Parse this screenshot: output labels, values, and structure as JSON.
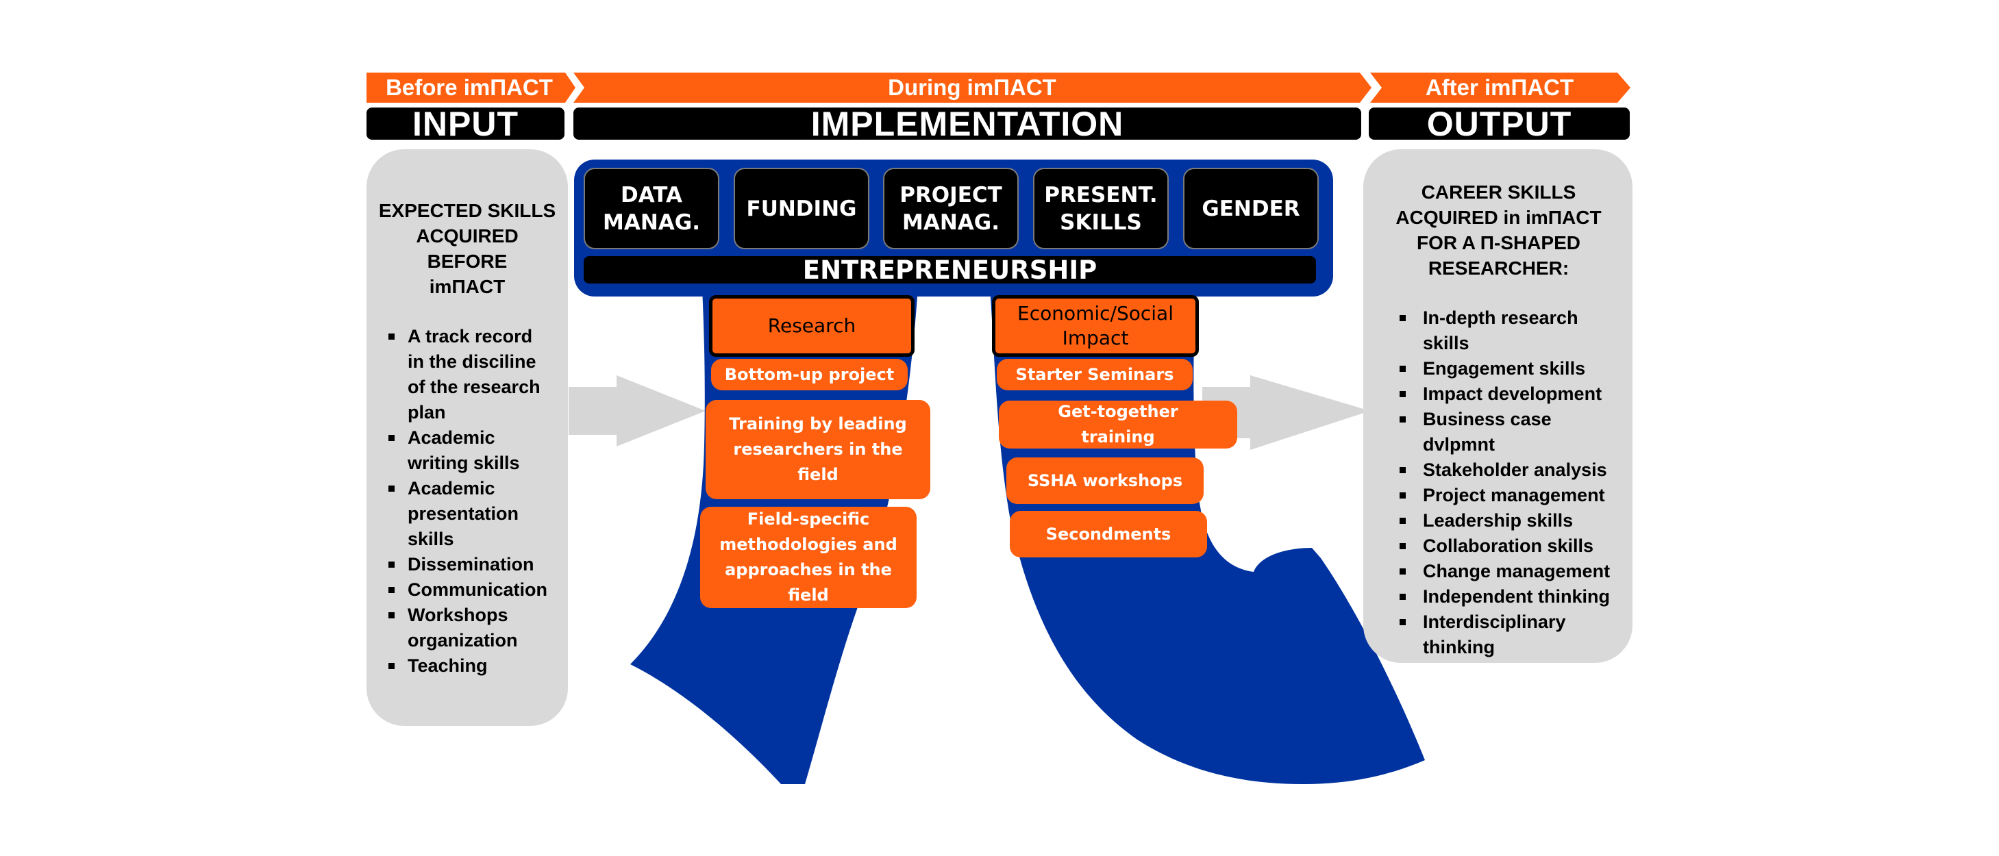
{
  "headers": {
    "before": "Before imΠACT",
    "during": "During imΠACT",
    "after": "After imΠACT",
    "input": "INPUT",
    "implementation": "IMPLEMENTATION",
    "output": "OUTPUT"
  },
  "input_panel": {
    "title_lines": [
      "EXPECTED SKILLS",
      "ACQUIRED",
      "BEFORE",
      "imΠACT"
    ],
    "items": [
      "A track record in the disciline of the research plan",
      "Academic writing skills",
      "Academic presentation skills",
      "Dissemination",
      "Communication",
      "Workshops organization",
      "Teaching"
    ]
  },
  "skills": [
    "DATA MANAG.",
    "FUNDING",
    "PROJECT MANAG.",
    "PRESENT. SKILLS",
    "GENDER"
  ],
  "entrepreneurship": "ENTREPRENEURSHIP",
  "left_leg": {
    "title": "Research",
    "items": [
      "Bottom-up project",
      "Training by leading researchers in the field",
      "Field-specific methodologies and approaches in the field"
    ]
  },
  "right_leg": {
    "title": "Economic/Social Impact",
    "items": [
      "Starter Seminars",
      "Get-together training",
      "SSHA workshops",
      "Secondments"
    ]
  },
  "output_panel": {
    "title_lines": [
      "CAREER SKILLS",
      "ACQUIRED in imΠACT",
      "FOR A Π-SHAPED",
      "RESEARCHER:"
    ],
    "items": [
      "In-depth research skills",
      "Engagement skills",
      "Impact development",
      "Business case dvlpmnt",
      "Stakeholder analysis",
      "Project management",
      "Leadership skills",
      "Collaboration skills",
      "Change management",
      "Independent thinking",
      "Interdisciplinary thinking"
    ]
  },
  "colors": {
    "orange": "#ff6010",
    "blue": "#0033a0",
    "black": "#000000",
    "grey": "#d9d9d9",
    "arrow_grey": "#d6d6d6"
  }
}
